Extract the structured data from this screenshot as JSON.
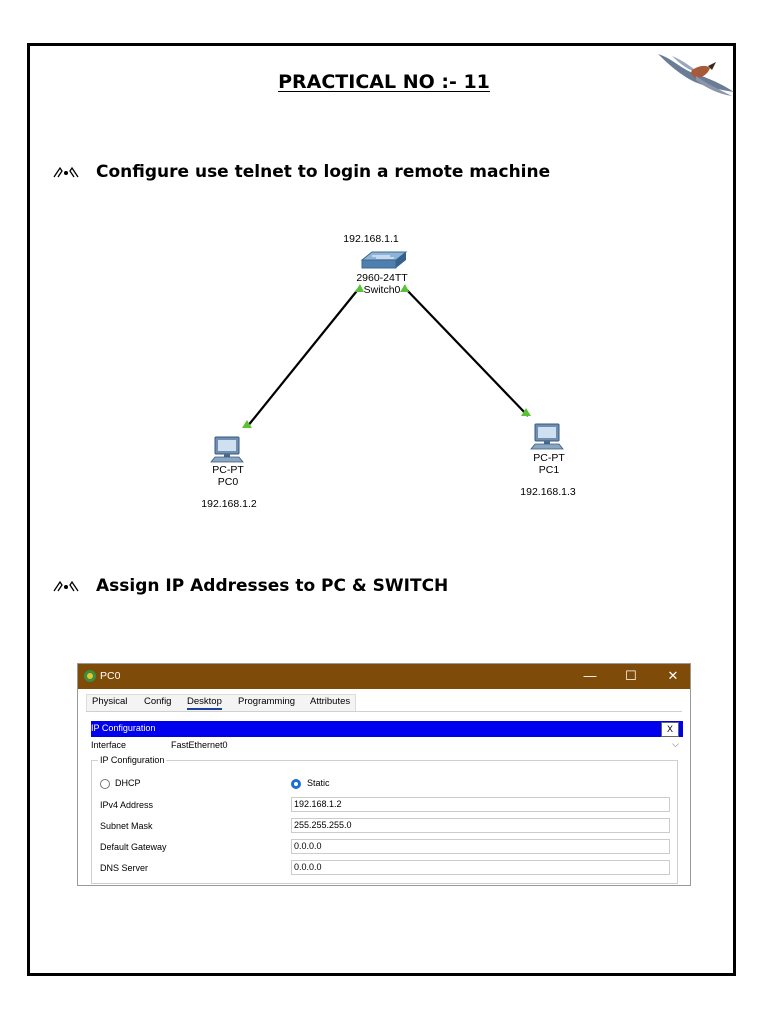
{
  "page": {
    "title": "PRACTICAL NO :- 11",
    "heading1": "Configure use telnet to login a remote machine",
    "heading2": "Assign IP Addresses to PC & SWITCH"
  },
  "topology": {
    "switch": {
      "ip": "192.168.1.1",
      "model": "2960-24TT",
      "name": "Switch0"
    },
    "pc0": {
      "model": "PC-PT",
      "name": "PC0",
      "ip": "192.168.1.2"
    },
    "pc1": {
      "model": "PC-PT",
      "name": "PC1",
      "ip": "192.168.1.3"
    },
    "link_color": "#000000",
    "port_color": "#5bc236"
  },
  "window": {
    "title": "PC0",
    "minimize": "—",
    "maximize": "☐",
    "close": "✕",
    "tabs": [
      "Physical",
      "Config",
      "Desktop",
      "Programming",
      "Attributes"
    ],
    "active_tab": "Desktop",
    "panel_title": "IP Configuration",
    "panel_close": "X",
    "interface_label": "Interface",
    "interface_value": "FastEthernet0",
    "group_title": "IP Configuration",
    "dhcp_label": "DHCP",
    "static_label": "Static",
    "mode": "Static",
    "fields": {
      "ipv4_label": "IPv4 Address",
      "ipv4_value": "192.168.1.2",
      "mask_label": "Subnet Mask",
      "mask_value": "255.255.255.0",
      "gateway_label": "Default Gateway",
      "gateway_value": "0.0.0.0",
      "dns_label": "DNS Server",
      "dns_value": "0.0.0.0"
    },
    "titlebar_color": "#7f4b08",
    "panel_color": "#0000ee"
  }
}
